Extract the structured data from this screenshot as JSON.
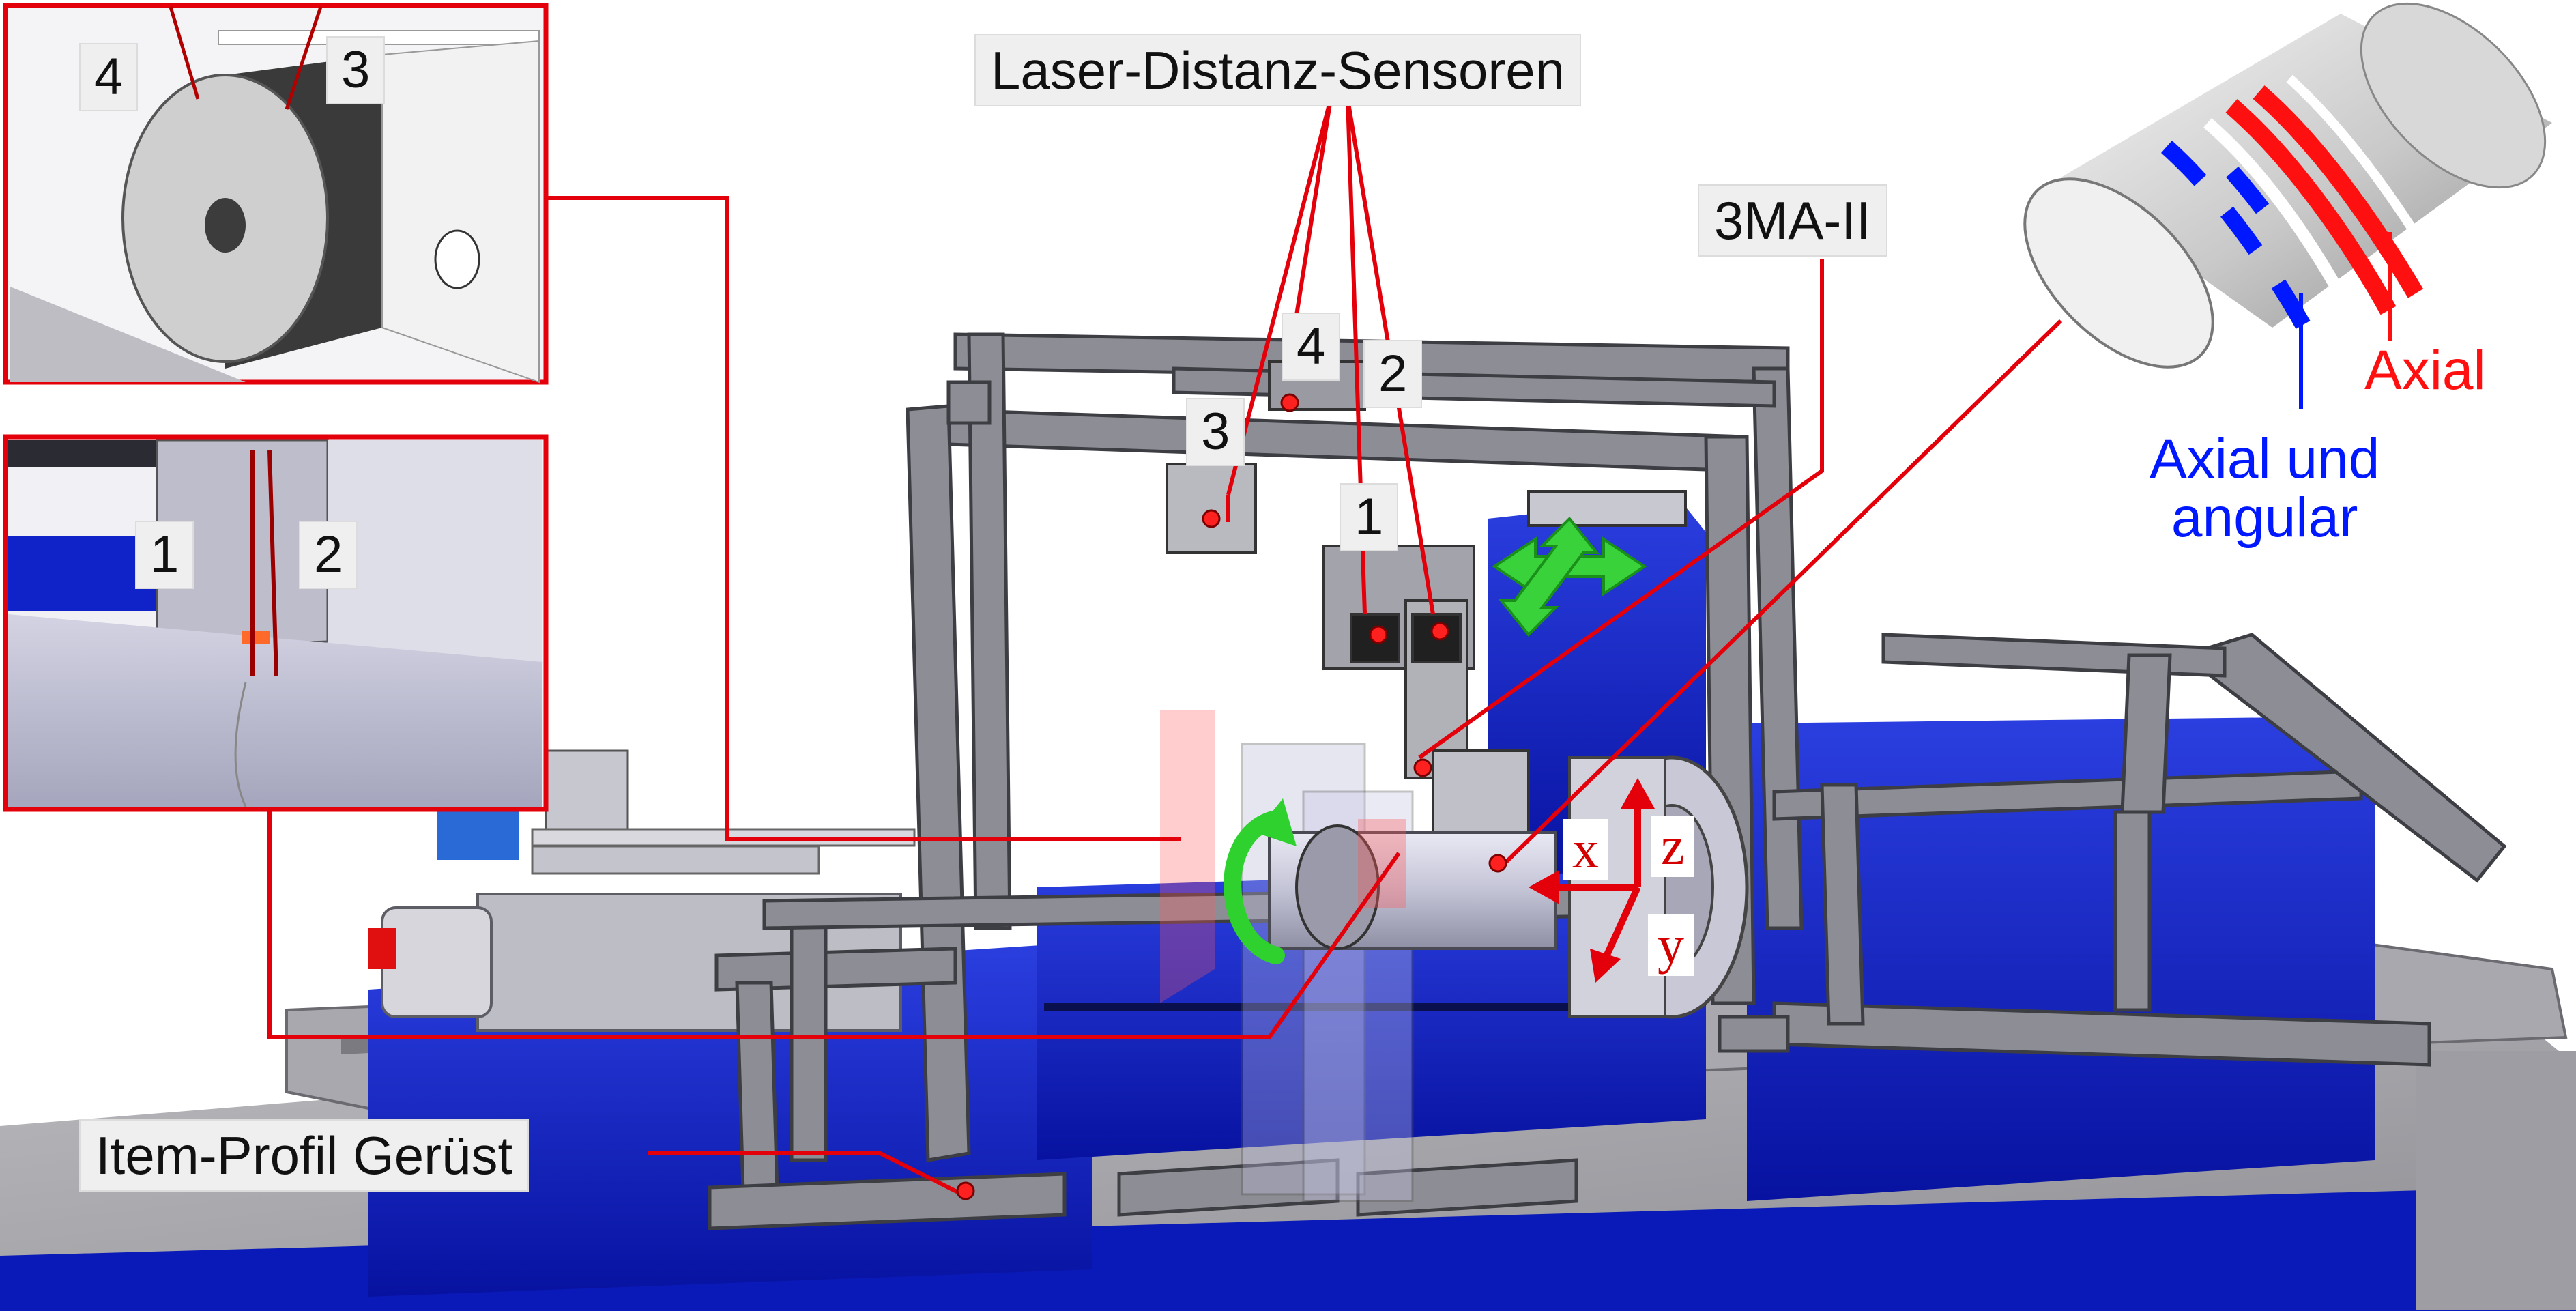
{
  "labels": {
    "laser_sensors": "Laser-Distanz-Sensoren",
    "mma": "3MA-II",
    "item_profile": "Item-Profil Gerüst",
    "axial": "Axial",
    "axial_angular_line1": "Axial und",
    "axial_angular_line2": "angular"
  },
  "sensor_numbers": {
    "main_4": "4",
    "main_3": "3",
    "main_2": "2",
    "main_1": "1",
    "inset_top_4": "4",
    "inset_top_3": "3",
    "inset_mid_1": "1",
    "inset_mid_2": "2"
  },
  "axes": {
    "x": "x",
    "y": "y",
    "z": "z"
  },
  "colors": {
    "callout_line": "#e3000b",
    "axial_band": "#ff0000",
    "axial_angular_band": "#0018ff",
    "machine_blue": "#0a1fc2",
    "frame_gray": "#8c8c94",
    "rotation_arrow": "#2fd12f"
  },
  "icons": [
    "rotation-arrow-icon",
    "move-cross-arrow-icon",
    "coordinate-axes-icon"
  ]
}
